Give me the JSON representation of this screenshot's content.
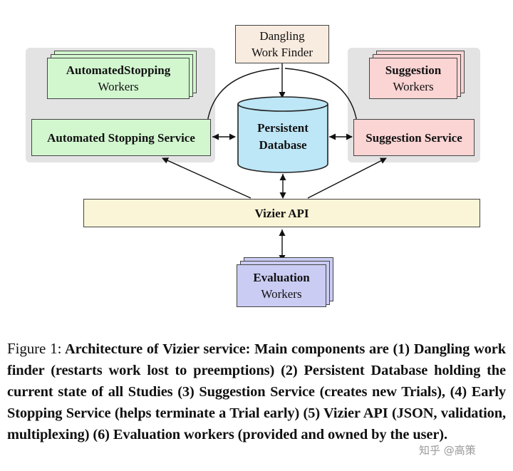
{
  "nodes": {
    "dangling": {
      "line1": "Dangling",
      "line2": "Work Finder"
    },
    "automated_workers": {
      "title": "AutomatedStopping",
      "subtitle": "Workers"
    },
    "suggestion_workers": {
      "title": "Suggestion",
      "subtitle": "Workers"
    },
    "automated_service": {
      "label": "Automated Stopping Service"
    },
    "suggestion_service": {
      "label": "Suggestion Service"
    },
    "database": {
      "line1": "Persistent",
      "line2": "Database"
    },
    "vizier_api": {
      "label": "Vizier API"
    },
    "evaluation_workers": {
      "title": "Evaluation",
      "subtitle": "Workers"
    }
  },
  "colors": {
    "green": "#d2f7cf",
    "pink": "#fbd4d4",
    "tan": "#f8ebdf",
    "yellow": "#fbf5d7",
    "purple": "#cbccf3",
    "database": "#bde6f6",
    "group_background": "#e3e3e3"
  },
  "caption": {
    "figure_label": "Figure 1:",
    "text": "Architecture of Vizier service: Main components are (1) Dangling work finder (restarts work lost to preemptions) (2) Persistent Database holding the current state of all Studies (3) Suggestion Service (creates new Trials), (4) Early Stopping Service (helps terminate a Trial early) (5) Vizier API (JSON, validation, multiplexing) (6) Evaluation workers (provided and owned by the user)."
  },
  "watermark": "知乎 @高策"
}
